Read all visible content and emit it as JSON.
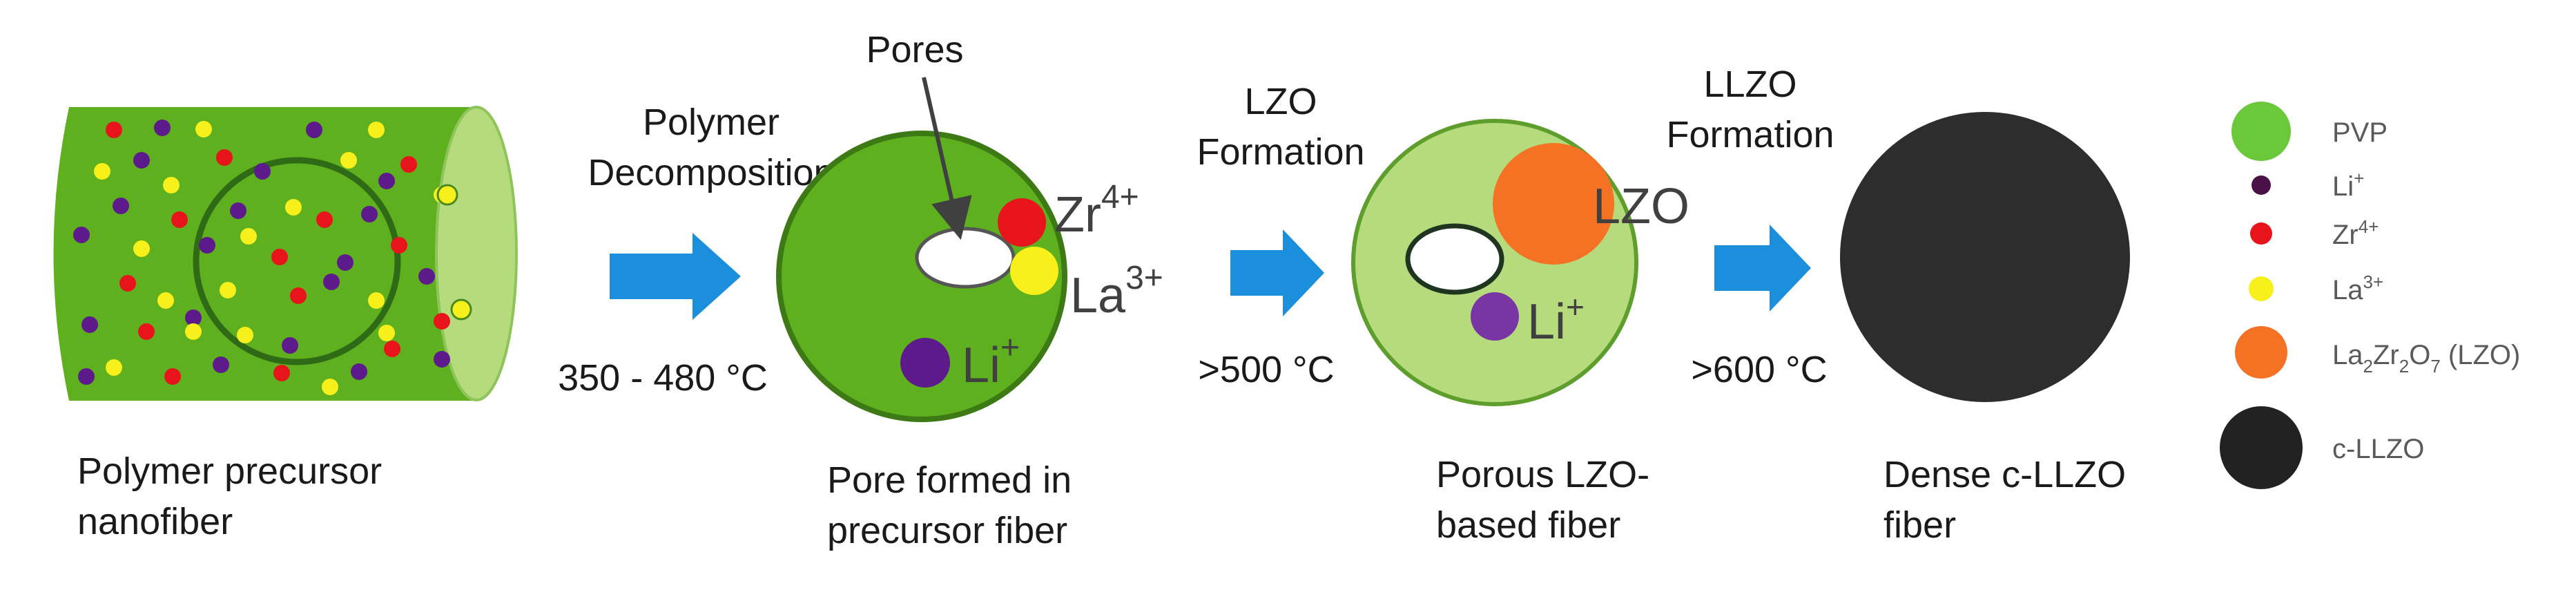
{
  "colors": {
    "pvp_green": "#5fb01e",
    "light_green": "#b5db7d",
    "fiber_border": "#3d7a16",
    "li_purple": "#5c1a8a",
    "zr_red": "#e8141b",
    "la_yellow": "#f7f01a",
    "lzo_orange": "#f57224",
    "dense_black": "#2d2d2d",
    "arrow_blue": "#1c8fdc"
  },
  "stage1": {
    "caption_line1": "Polymer precursor",
    "caption_line2": "nanofiber"
  },
  "step1": {
    "label_line1": "Polymer",
    "label_line2": "Decomposition",
    "temperature": "350 - 480 °C"
  },
  "stage2": {
    "pores_label": "Pores",
    "zr_ion": "Zr",
    "zr_charge": "4+",
    "la_ion": "La",
    "la_charge": "3+",
    "li_ion": "Li",
    "li_charge": "+",
    "caption_line1": "Pore formed in",
    "caption_line2": "precursor fiber"
  },
  "step2": {
    "label_line1": "LZO",
    "label_line2": "Formation",
    "temperature": ">500 °C"
  },
  "stage3": {
    "lzo_label": "LZO",
    "li_ion": "Li",
    "li_charge": "+",
    "caption_line1": "Porous LZO-",
    "caption_line2": "based fiber"
  },
  "step3": {
    "label_line1": "LLZO",
    "label_line2": "Formation",
    "temperature": ">600 °C"
  },
  "stage4": {
    "caption_line1": "Dense c-LLZO",
    "caption_line2": "fiber"
  },
  "legend": {
    "pvp": "PVP",
    "li": "Li",
    "li_charge": "+",
    "zr": "Zr",
    "zr_charge": "4+",
    "la": "La",
    "la_charge": "3+",
    "lzo_a": "La",
    "lzo_sub1": "2",
    "lzo_b": "Zr",
    "lzo_sub2": "2",
    "lzo_c": "O",
    "lzo_sub3": "7",
    "lzo_suffix": " (LZO)",
    "cllzo": "c-LLZO"
  }
}
